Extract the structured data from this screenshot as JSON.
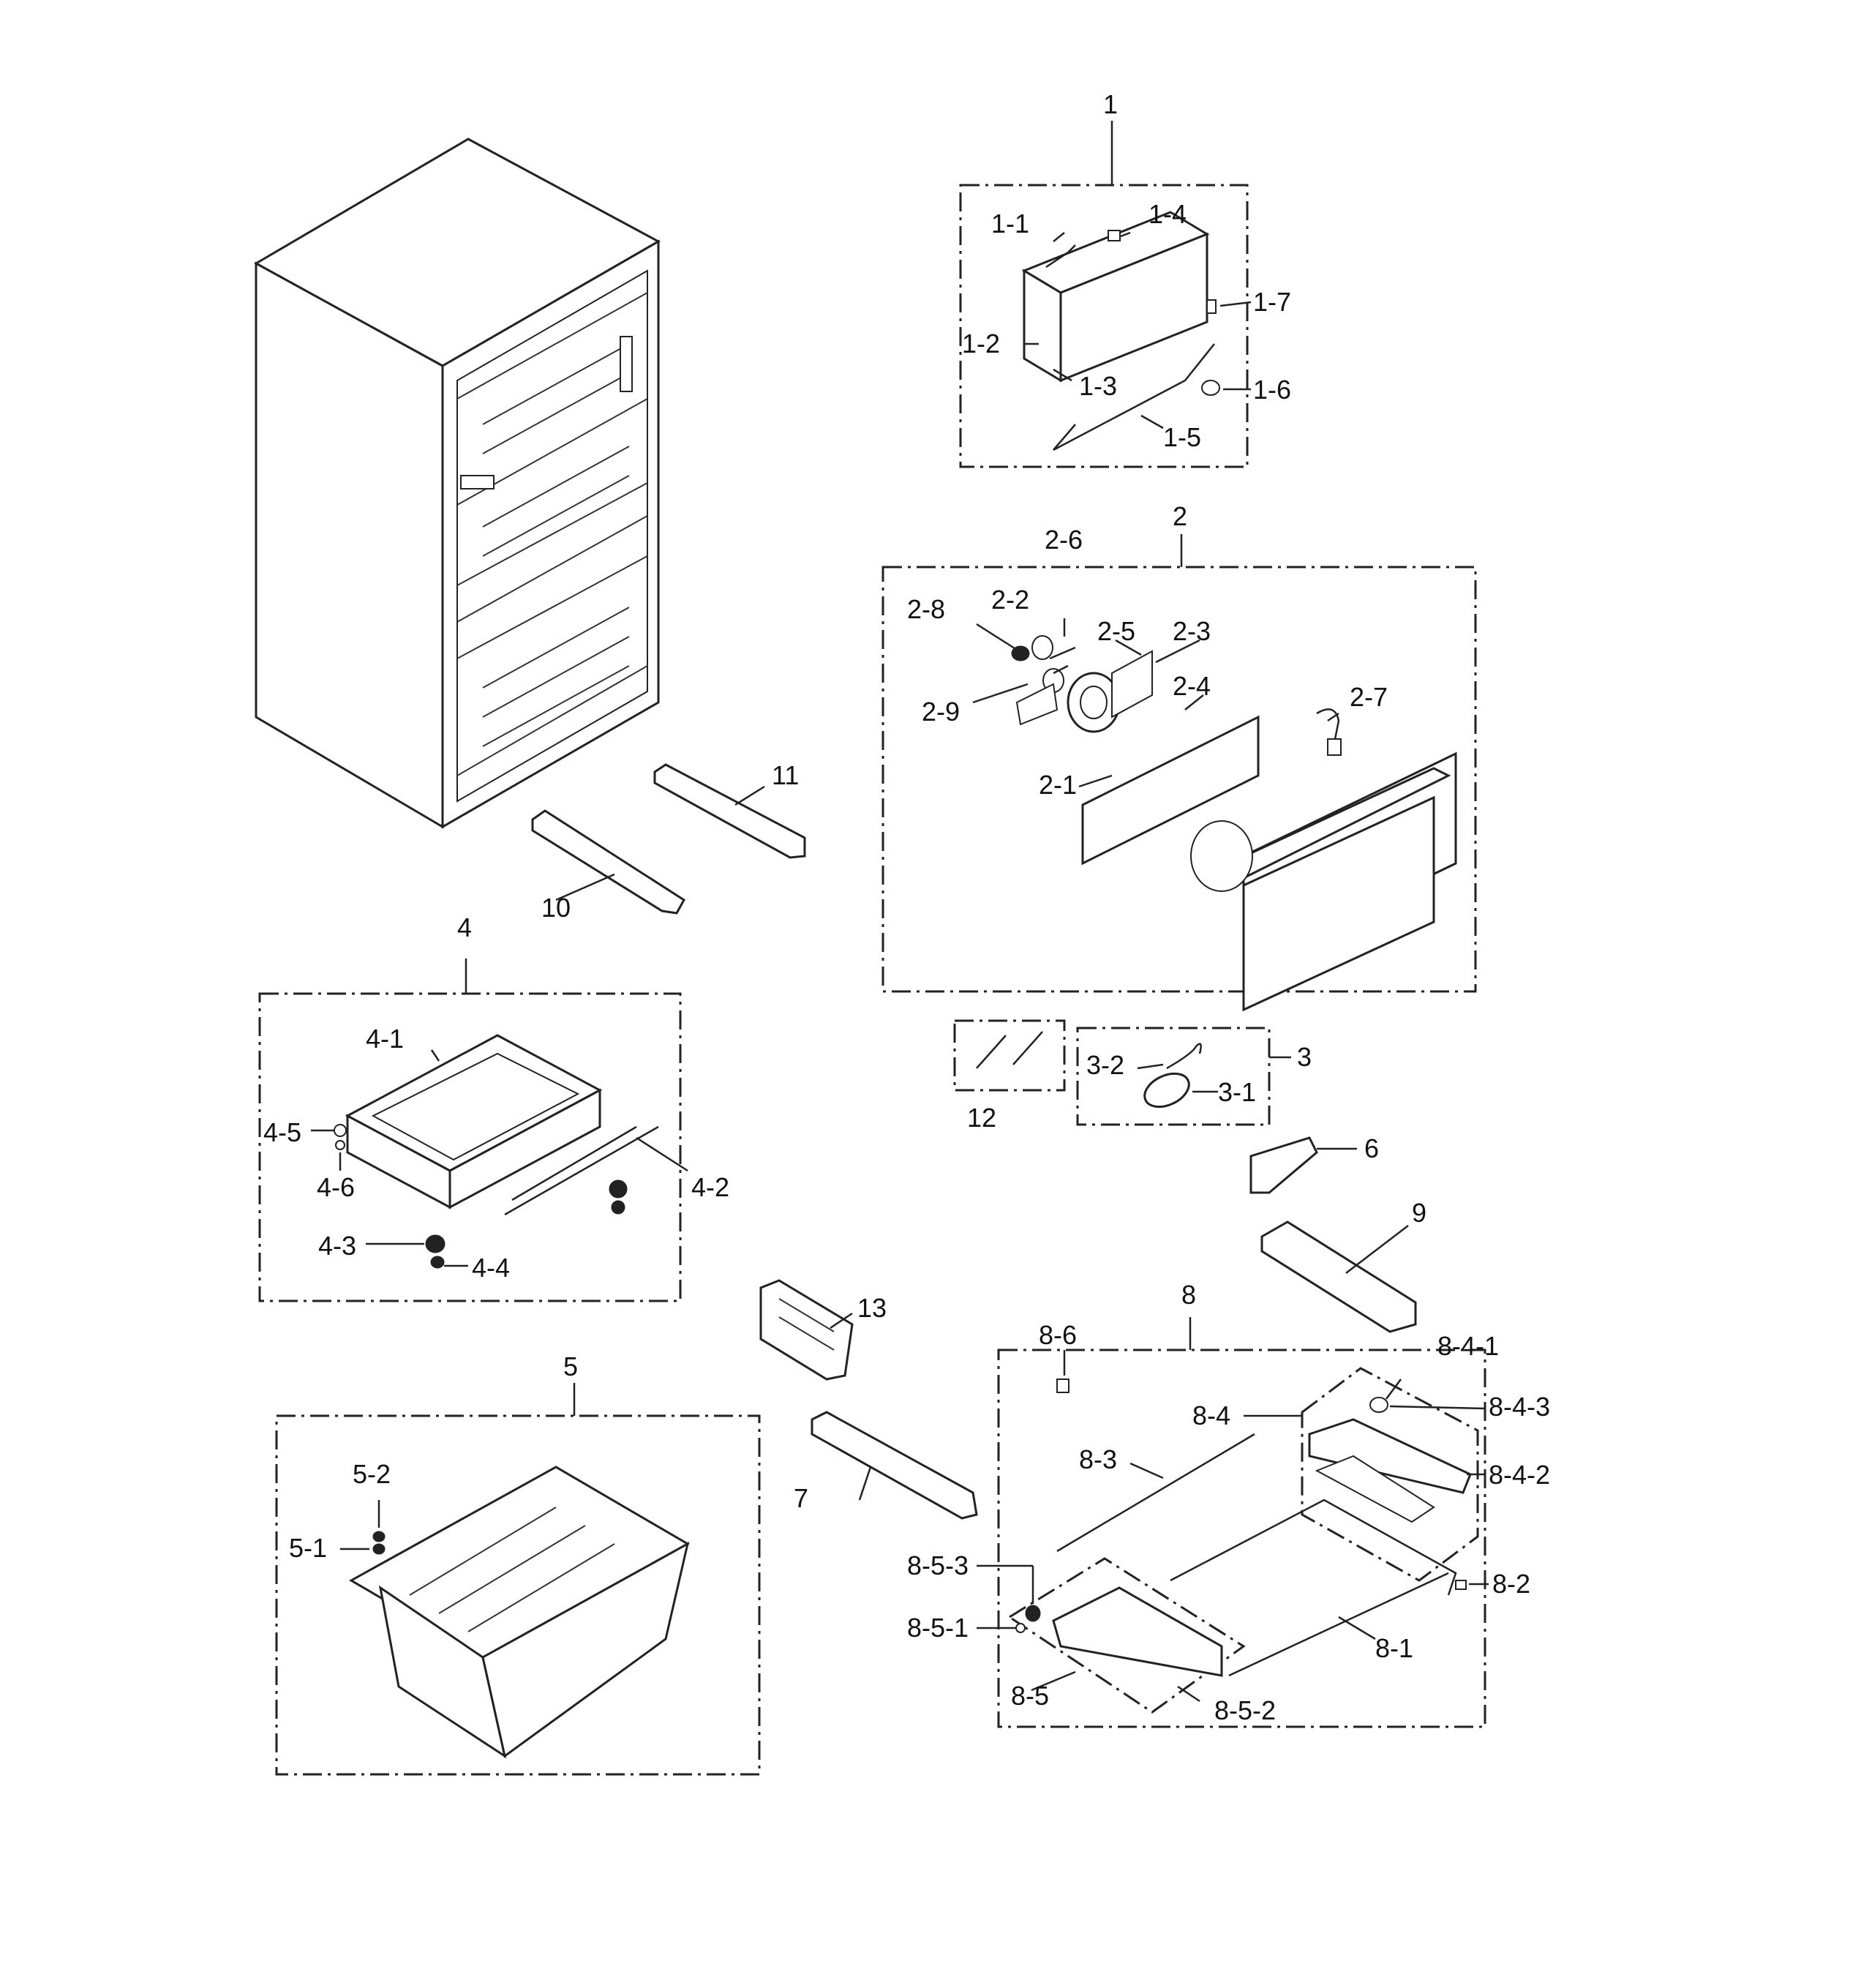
{
  "labels": {
    "l1": "1",
    "l1_1": "1-1",
    "l1_2": "1-2",
    "l1_3": "1-3",
    "l1_4": "1-4",
    "l1_5": "1-5",
    "l1_6": "1-6",
    "l1_7": "1-7",
    "l2": "2",
    "l2_1": "2-1",
    "l2_2": "2-2",
    "l2_3": "2-3",
    "l2_4": "2-4",
    "l2_5": "2-5",
    "l2_6": "2-6",
    "l2_7": "2-7",
    "l2_8": "2-8",
    "l2_9": "2-9",
    "l3": "3",
    "l3_1": "3-1",
    "l3_2": "3-2",
    "l4": "4",
    "l4_1": "4-1",
    "l4_2": "4-2",
    "l4_3": "4-3",
    "l4_4": "4-4",
    "l4_5": "4-5",
    "l4_6": "4-6",
    "l5": "5",
    "l5_1": "5-1",
    "l5_2": "5-2",
    "l6": "6",
    "l7": "7",
    "l8": "8",
    "l8_1": "8-1",
    "l8_2": "8-2",
    "l8_3": "8-3",
    "l8_4": "8-4",
    "l8_4_1": "8-4-1",
    "l8_4_2": "8-4-2",
    "l8_4_3": "8-4-3",
    "l8_5": "8-5",
    "l8_5_1": "8-5-1",
    "l8_5_2": "8-5-2",
    "l8_5_3": "8-5-3",
    "l8_6": "8-6",
    "l9": "9",
    "l10": "10",
    "l11": "11",
    "l12": "12",
    "l13": "13"
  }
}
